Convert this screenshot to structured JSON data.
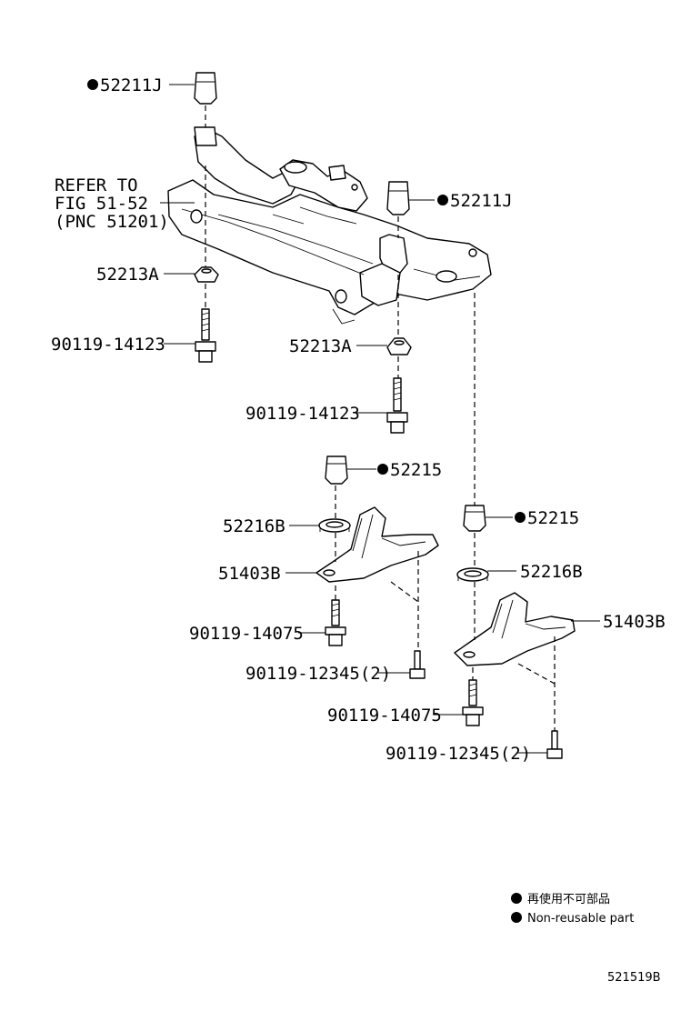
{
  "callouts": {
    "c1": "52211J",
    "c2": "52211J",
    "c3": "52213A",
    "c4": "52213A",
    "c5": "90119-14123",
    "c6": "90119-14123",
    "c7": "52215",
    "c8": "52215",
    "c9": "52216B",
    "c10": "52216B",
    "c11": "51403B",
    "c12": "51403B",
    "c13": "90119-14075",
    "c14": "90119-14075",
    "c15": "90119-12345(2)",
    "c16": "90119-12345(2)"
  },
  "refer": {
    "line1": "REFER TO",
    "line2": "FIG 51-52",
    "line3": "(PNC 51201)"
  },
  "legend": {
    "jp": "再使用不可部品",
    "en": "Non-reusable part"
  },
  "diagram_number": "521519B"
}
